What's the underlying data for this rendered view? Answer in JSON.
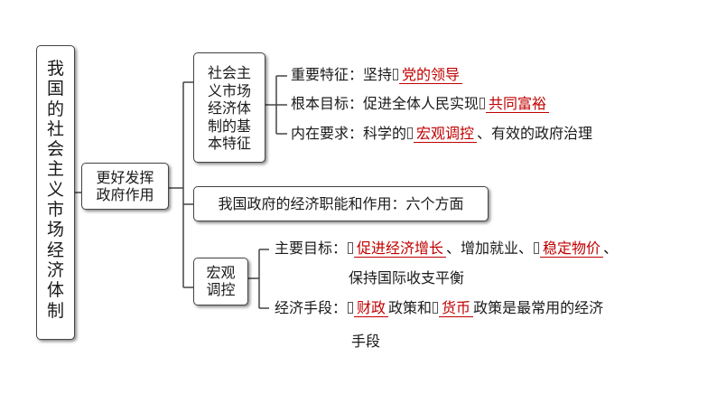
{
  "root": "我\n国\n的\n社\n会\n主\n义\n市\n场\n经\n济\n体\n制",
  "branch": "更好发挥\n政府作用",
  "feature_box": "社会主\n义市场\n经济体\n制的基\n本特征",
  "role_box": "我国政府的经济职能和作用：六个方面",
  "macro_box": "宏观\n调控",
  "features": {
    "f1_prefix": "重要特征：坚持",
    "f1_answer": "党的领导",
    "f2_prefix": "根本目标：促进全体人民实现",
    "f2_answer": "共同富裕",
    "f3_prefix": "内在要求：科学的",
    "f3_answer": "宏观调控",
    "f3_suffix": "、有效的政府治理"
  },
  "macro": {
    "goal_prefix": "主要目标：",
    "goal_answer1": "促进经济增长",
    "goal_mid": "、增加就业、",
    "goal_answer2": "稳定物价",
    "goal_suffix": "、",
    "goal_line2": "保持国际收支平衡",
    "means_prefix": "经济手段：",
    "means_answer1": "财政",
    "means_mid": "政策和",
    "means_answer2": "货币",
    "means_suffix": "政策是最常用的经济",
    "means_line2": "手段"
  }
}
